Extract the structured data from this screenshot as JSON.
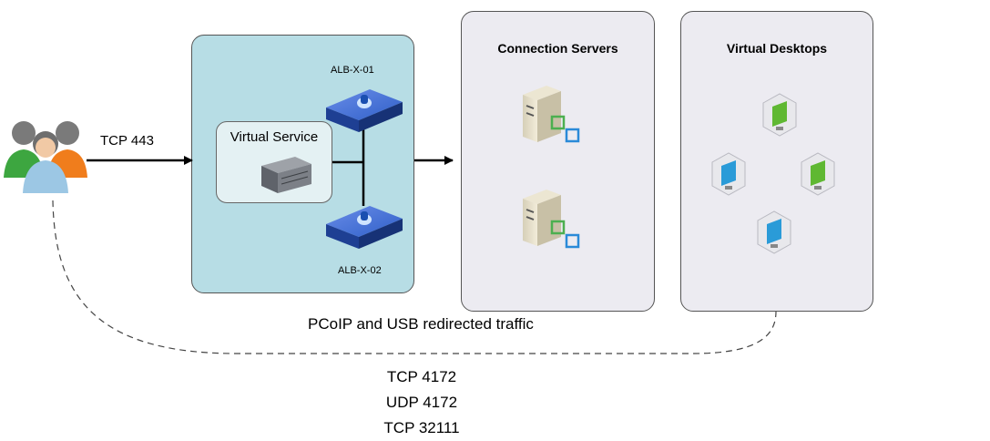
{
  "protocol_label": "TCP 443",
  "load_balancer": {
    "node_top": "ALB-X-01",
    "node_bottom": "ALB-X-02",
    "virtual_service": "Virtual Service"
  },
  "connection_servers": {
    "title": "Connection Servers"
  },
  "virtual_desktops": {
    "title": "Virtual Desktops"
  },
  "redirect_label": "PCoIP and USB redirected traffic",
  "ports": [
    "TCP 4172",
    "UDP 4172",
    "TCP 32111"
  ],
  "colors": {
    "alb_panel": "#b7dde5",
    "server_panel": "#ecebf1",
    "desktop_green": "#5fb832",
    "desktop_blue": "#2a9bd8",
    "alb_blue": "#2f5fc8"
  }
}
